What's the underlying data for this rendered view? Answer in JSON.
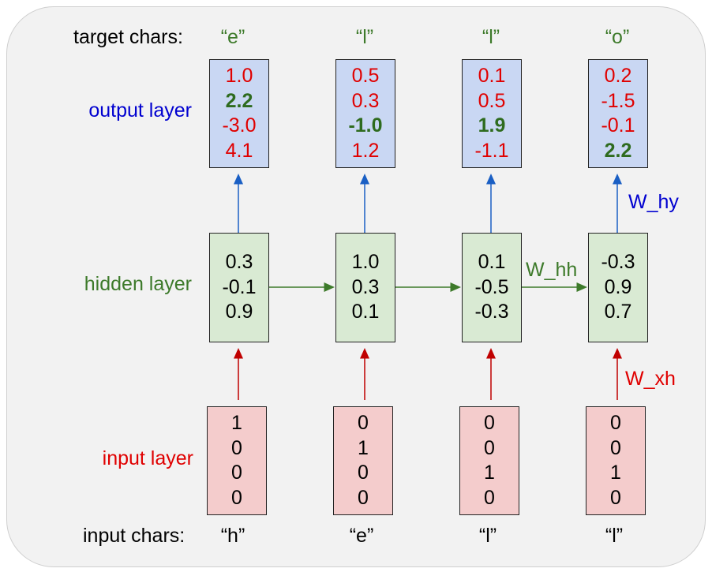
{
  "labels": {
    "target_chars": "target chars:",
    "output_layer": "output layer",
    "hidden_layer": "hidden layer",
    "input_layer": "input layer",
    "input_chars": "input chars:",
    "w_hy": "W_hy",
    "w_hh": "W_hh",
    "w_xh": "W_xh"
  },
  "target_chars": [
    "“e”",
    "“l”",
    "“l”",
    "“o”"
  ],
  "input_chars": [
    "“h”",
    "“e”",
    "“l”",
    "“l”"
  ],
  "output_values": [
    [
      "1.0",
      "2.2",
      "-3.0",
      "4.1"
    ],
    [
      "0.5",
      "0.3",
      "-1.0",
      "1.2"
    ],
    [
      "0.1",
      "0.5",
      "1.9",
      "-1.1"
    ],
    [
      "0.2",
      "-1.5",
      "-0.1",
      "2.2"
    ]
  ],
  "output_highlight_index": [
    1,
    2,
    2,
    3
  ],
  "hidden_values": [
    [
      "0.3",
      "-0.1",
      "0.9"
    ],
    [
      "1.0",
      "0.3",
      "0.1"
    ],
    [
      "0.1",
      "-0.5",
      "-0.3"
    ],
    [
      "-0.3",
      "0.9",
      "0.7"
    ]
  ],
  "input_values": [
    [
      "1",
      "0",
      "0",
      "0"
    ],
    [
      "0",
      "1",
      "0",
      "0"
    ],
    [
      "0",
      "0",
      "1",
      "0"
    ],
    [
      "0",
      "0",
      "1",
      "0"
    ]
  ],
  "colors": {
    "output_box": "#c9d7f3",
    "hidden_box": "#d9ead3",
    "input_box": "#f4cccc",
    "output_label": "#0000d0",
    "hidden_label": "#3d7a2a",
    "input_label": "#e00000",
    "highlight": "#2e6b1e",
    "arrow_blue": "#1a5fc4",
    "arrow_green": "#3d7a2a",
    "arrow_red": "#c00000"
  }
}
